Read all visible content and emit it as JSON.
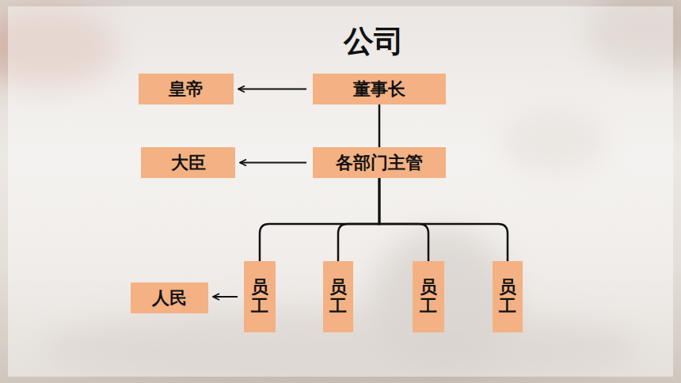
{
  "diagram": {
    "title": "公司",
    "nodes": [
      {
        "text": [
          "皇帝"
        ]
      },
      {
        "text": [
          "董事长"
        ]
      },
      {
        "text": [
          "大臣"
        ]
      },
      {
        "text": [
          "各部门主管"
        ]
      },
      {
        "text": [
          "人民"
        ]
      },
      {
        "text": [
          "员工"
        ]
      },
      {
        "text": [
          "员工"
        ]
      },
      {
        "text": [
          "员工"
        ]
      },
      {
        "text": [
          "员工"
        ]
      }
    ],
    "edges": [
      {
        "from": 1,
        "to": 0,
        "arrow": "to"
      },
      {
        "from": 3,
        "to": 2,
        "arrow": "to"
      },
      {
        "from": 5,
        "to": 4,
        "arrow": "to"
      },
      {
        "from": 1,
        "to": 3,
        "arrow": "none"
      },
      {
        "from": 3,
        "to": 5,
        "arrow": "none"
      },
      {
        "from": 3,
        "to": 6,
        "arrow": "none"
      },
      {
        "from": 3,
        "to": 7,
        "arrow": "none"
      },
      {
        "from": 3,
        "to": 8,
        "arrow": "none"
      }
    ]
  }
}
